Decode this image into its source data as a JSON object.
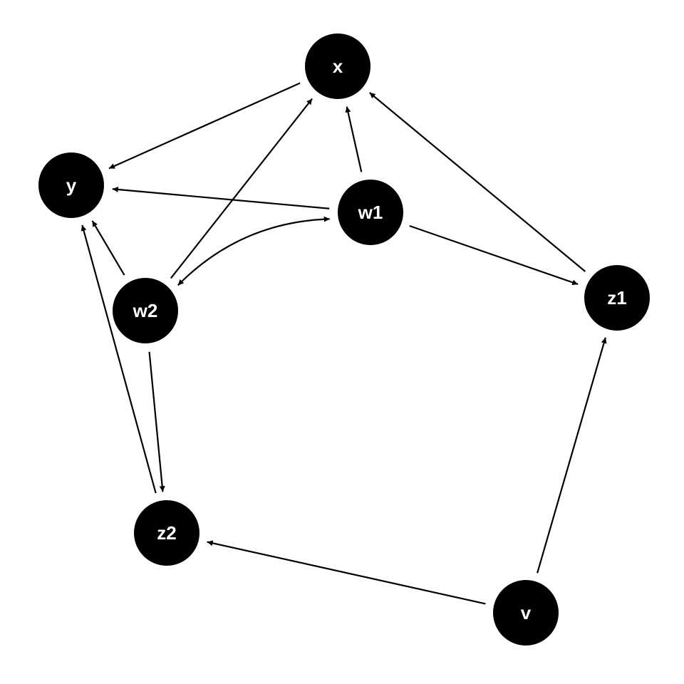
{
  "diagram": {
    "type": "directed-graph",
    "node_color": "#000000",
    "label_color": "#ffffff",
    "edge_color": "#000000",
    "nodes": [
      {
        "id": "x",
        "label": "x"
      },
      {
        "id": "y",
        "label": "y"
      },
      {
        "id": "w1",
        "label": "w1"
      },
      {
        "id": "w2",
        "label": "w2"
      },
      {
        "id": "z1",
        "label": "z1"
      },
      {
        "id": "z2",
        "label": "z2"
      },
      {
        "id": "v",
        "label": "v"
      }
    ],
    "edges": [
      {
        "from": "x",
        "to": "y",
        "kind": "directed"
      },
      {
        "from": "w1",
        "to": "x",
        "kind": "directed"
      },
      {
        "from": "w1",
        "to": "y",
        "kind": "directed"
      },
      {
        "from": "w1",
        "to": "z1",
        "kind": "directed"
      },
      {
        "from": "w2",
        "to": "x",
        "kind": "directed"
      },
      {
        "from": "w2",
        "to": "y",
        "kind": "directed"
      },
      {
        "from": "w2",
        "to": "z2",
        "kind": "directed"
      },
      {
        "from": "w1",
        "to": "w2",
        "kind": "bidirected"
      },
      {
        "from": "z1",
        "to": "x",
        "kind": "directed"
      },
      {
        "from": "z2",
        "to": "y",
        "kind": "directed"
      },
      {
        "from": "v",
        "to": "z1",
        "kind": "directed"
      },
      {
        "from": "v",
        "to": "z2",
        "kind": "directed"
      }
    ]
  }
}
